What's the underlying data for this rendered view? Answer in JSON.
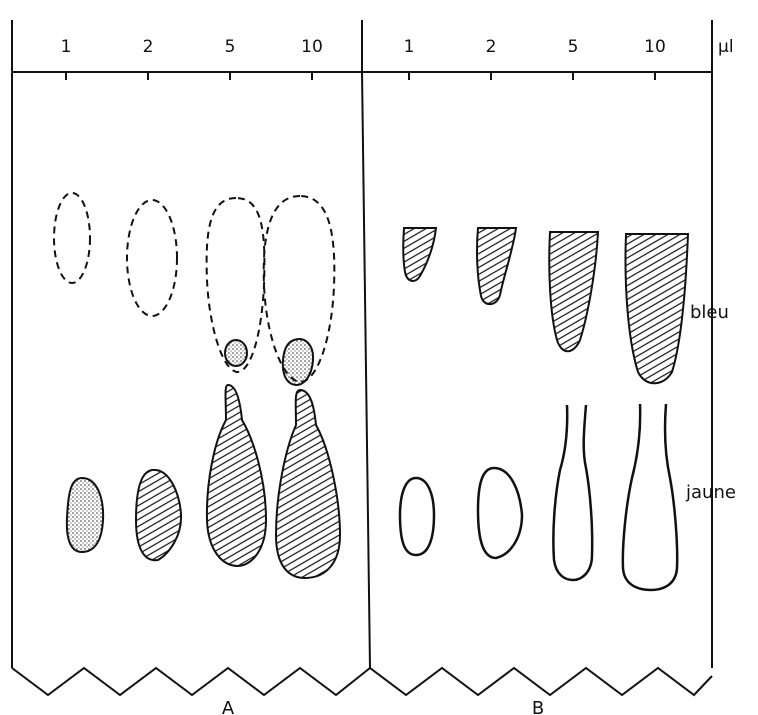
{
  "figure": {
    "unit_label": "µl",
    "volume_labels_a": [
      "1",
      "2",
      "5",
      "10"
    ],
    "volume_labels_b": [
      "1",
      "2",
      "5",
      "10"
    ],
    "band_labels": {
      "blue": "bleu",
      "yellow": "jaune"
    },
    "panel_labels": {
      "a": "A",
      "b": "B"
    },
    "colors": {
      "ink": "#111111",
      "paper": "#ffffff"
    }
  }
}
